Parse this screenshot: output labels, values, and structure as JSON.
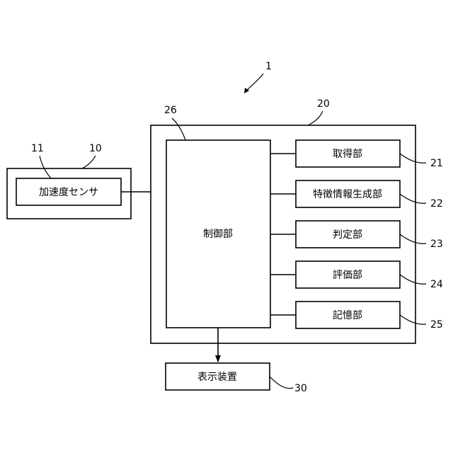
{
  "refs": {
    "system": "1",
    "sensor_device": "10",
    "sensor": "11",
    "processor": "20",
    "acquisition": "21",
    "feature_gen": "22",
    "judgment": "23",
    "evaluation": "24",
    "storage": "25",
    "control": "26",
    "display": "30"
  },
  "labels": {
    "sensor": "加速度センサ",
    "control": "制御部",
    "acquisition": "取得部",
    "feature_gen": "特徴情報生成部",
    "judgment": "判定部",
    "evaluation": "評価部",
    "storage": "記憶部",
    "display": "表示装置"
  }
}
